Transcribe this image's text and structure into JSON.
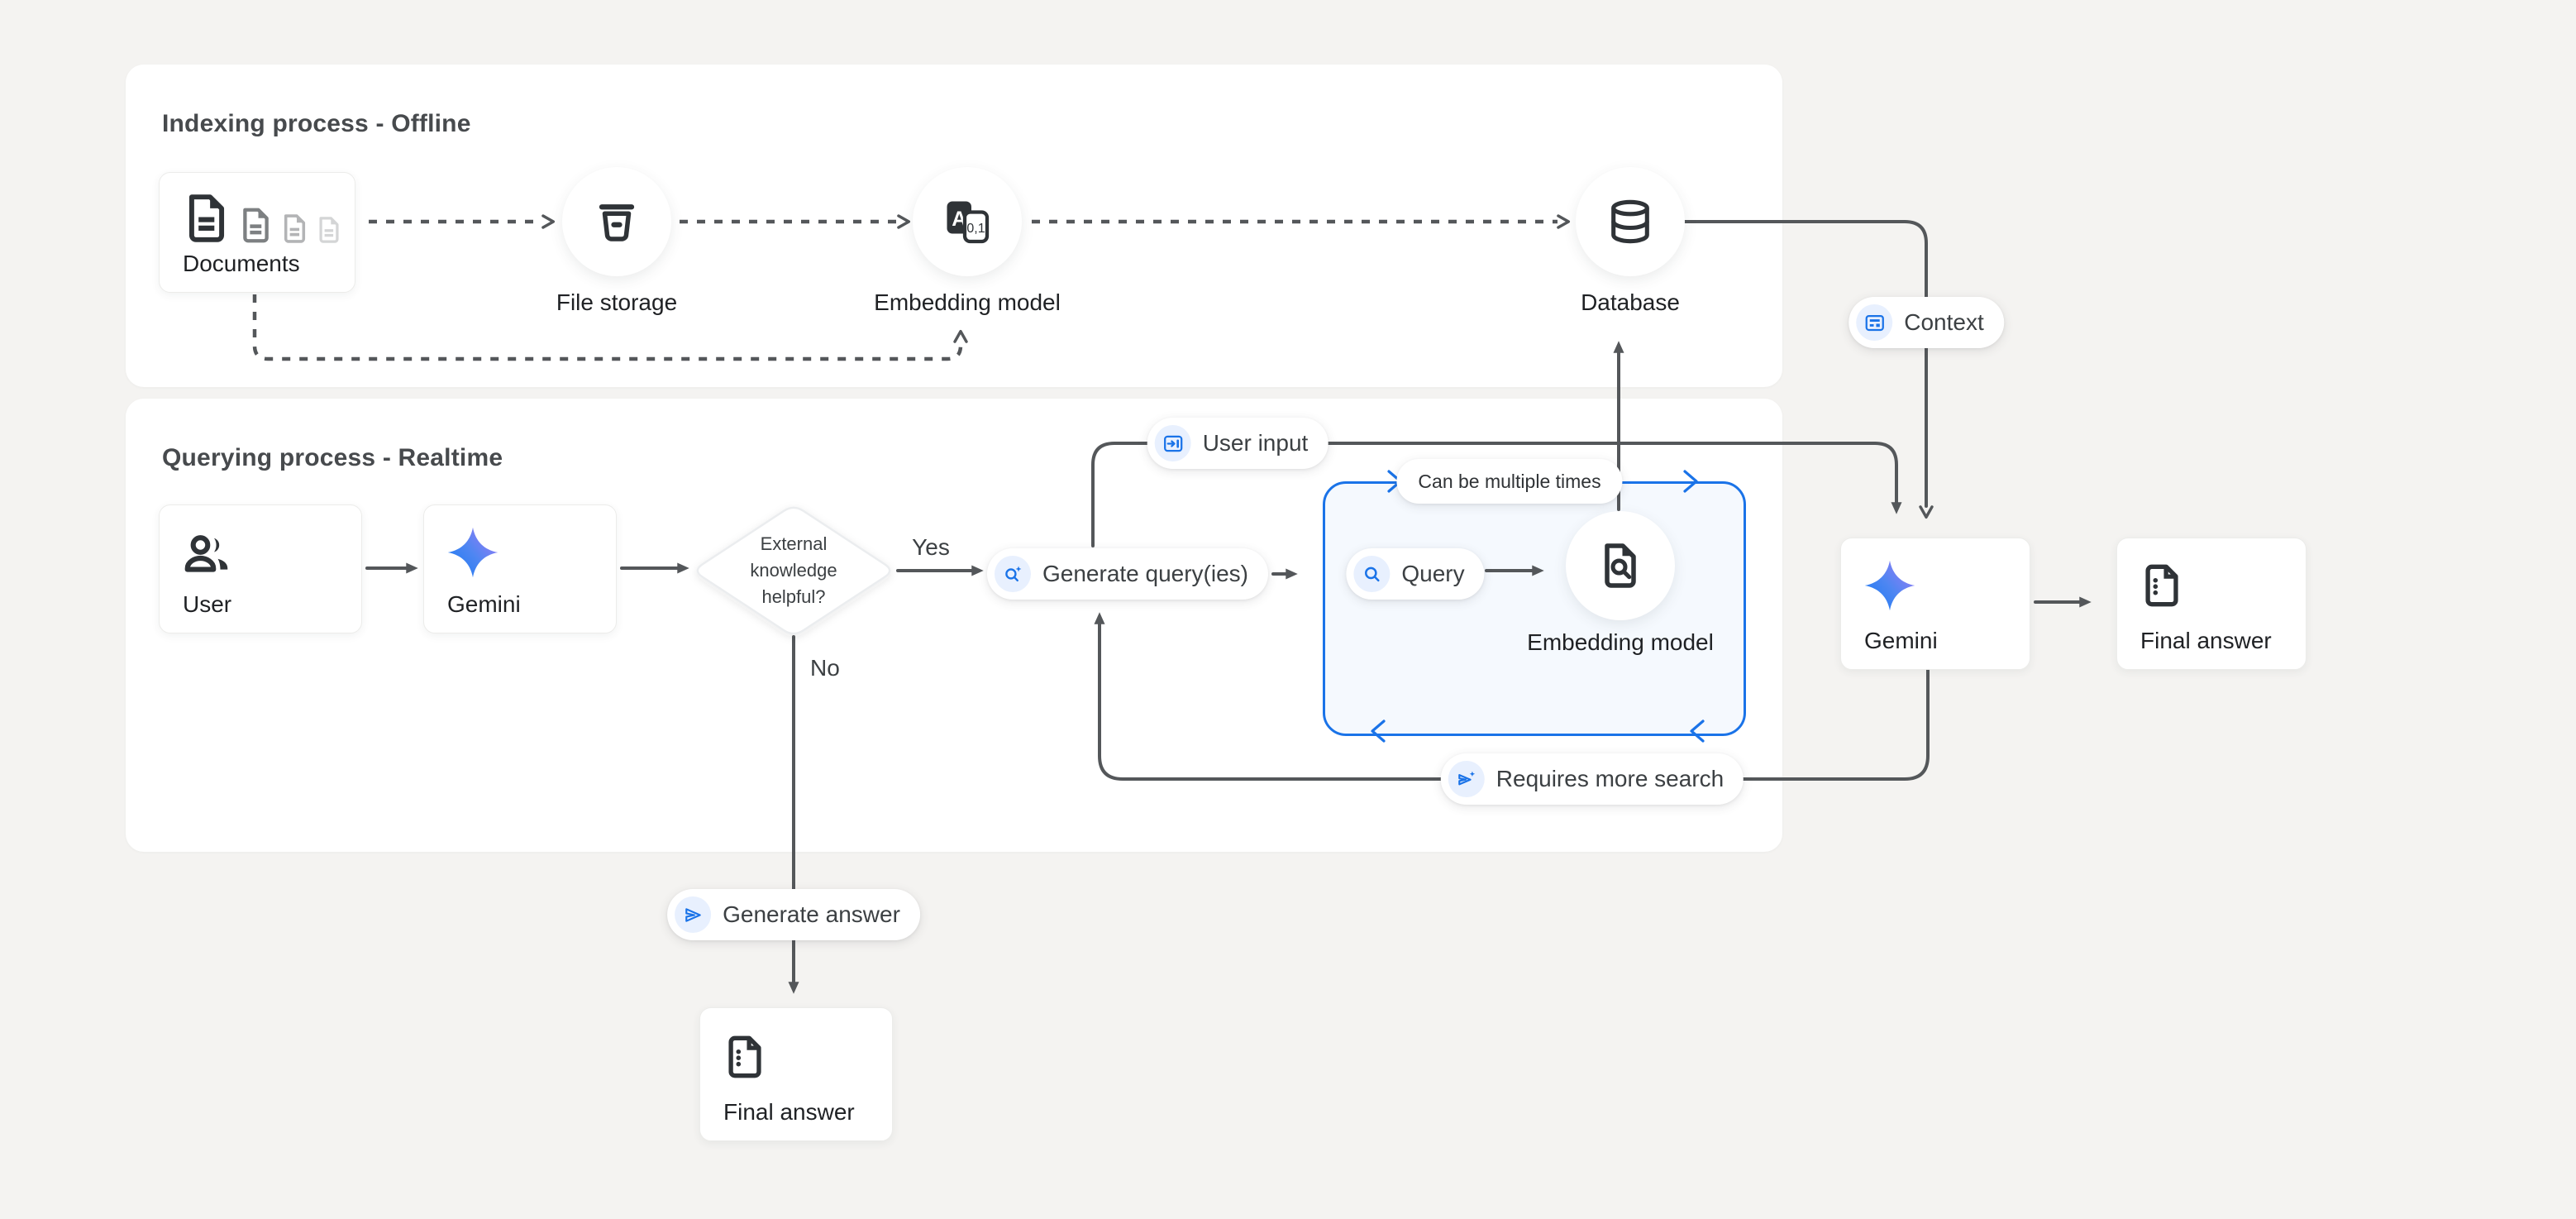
{
  "panels": {
    "indexing": {
      "title": "Indexing process - Offline"
    },
    "querying": {
      "title": "Querying process - Realtime"
    }
  },
  "nodes": {
    "documents": {
      "label": "Documents"
    },
    "file_storage": {
      "label": "File storage"
    },
    "embedding_model_offline": {
      "label": "Embedding model"
    },
    "database": {
      "label": "Database"
    },
    "user": {
      "label": "User"
    },
    "gemini": {
      "label": "Gemini"
    },
    "decision": {
      "question": "External knowledge helpful?"
    },
    "generate_queries": {
      "label": "Generate query(ies)"
    },
    "query": {
      "label": "Query"
    },
    "embedding_model_realtime": {
      "label": "Embedding model"
    },
    "gemini_final": {
      "label": "Gemini"
    },
    "final_answer_main": {
      "label": "Final answer"
    },
    "final_answer_no_branch": {
      "label": "Final answer"
    }
  },
  "edge_labels": {
    "yes": "Yes",
    "no": "No",
    "user_input": "User input",
    "context": "Context",
    "can_be_multiple_times": "Can be multiple times",
    "requires_more_search": "Requires more search",
    "generate_answer": "Generate answer"
  },
  "colors": {
    "accent_blue": "#1a73e8",
    "chip_bg": "#e8f0fe",
    "loop_box_fill": "#f5f9fe",
    "line_gray": "#54575a",
    "canvas_bg": "#f4f3f1",
    "panel_bg": "#ffffff",
    "gemini_gradient_start": "#1e88f2",
    "gemini_gradient_end": "#9b7cf5"
  }
}
